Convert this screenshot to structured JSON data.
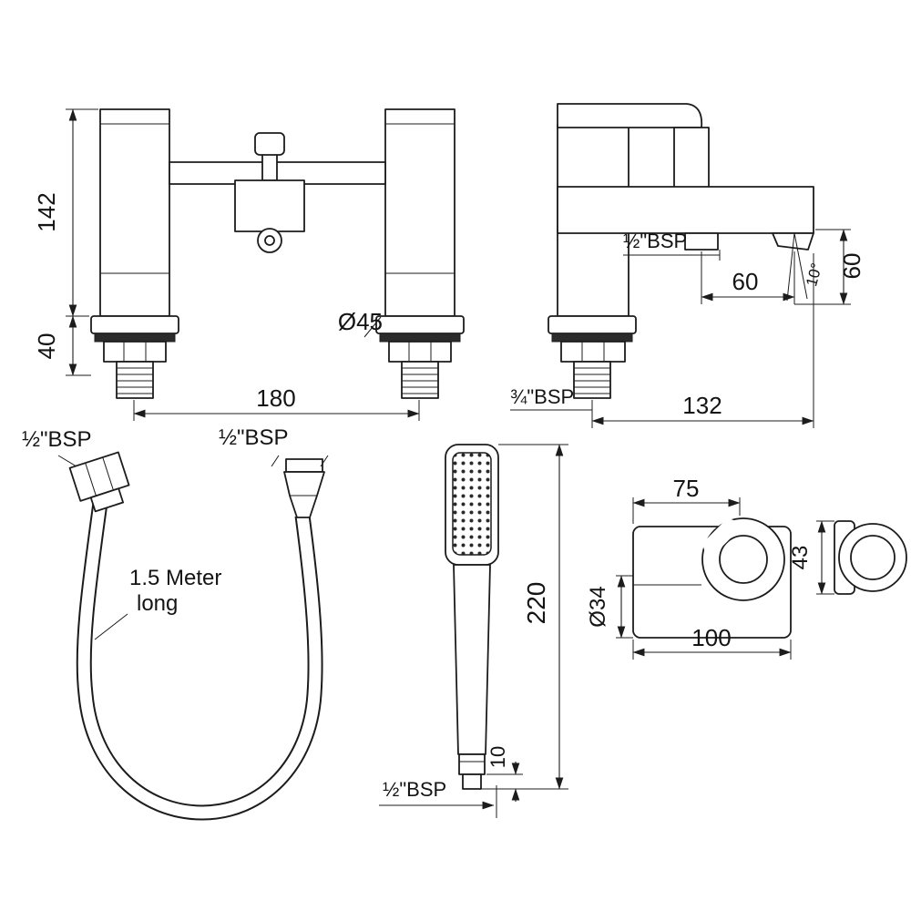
{
  "drawing": {
    "colors": {
      "line": "#1c1c1c",
      "background": "#ffffff"
    },
    "front_view": {
      "height": "142",
      "base": "40",
      "spacing": "180",
      "flange_dia": "Ø45"
    },
    "side_view": {
      "shower_outlet_thread": "½\"BSP",
      "outlet_offset": "60",
      "spout_drop": "60",
      "spout_angle": "10°",
      "inlet_thread": "¾\"BSP",
      "spout_reach": "132"
    },
    "hose": {
      "end_thread_left": "½\"BSP",
      "end_thread_right": "½\"BSP",
      "note_line1": "1.5 Meter",
      "note_line2": "long"
    },
    "handset": {
      "length": "220",
      "tip": "10",
      "thread": "½\"BSP"
    },
    "bracket": {
      "width_top": "75",
      "pivot_dia": "Ø34",
      "depth": "43",
      "width": "100"
    }
  }
}
